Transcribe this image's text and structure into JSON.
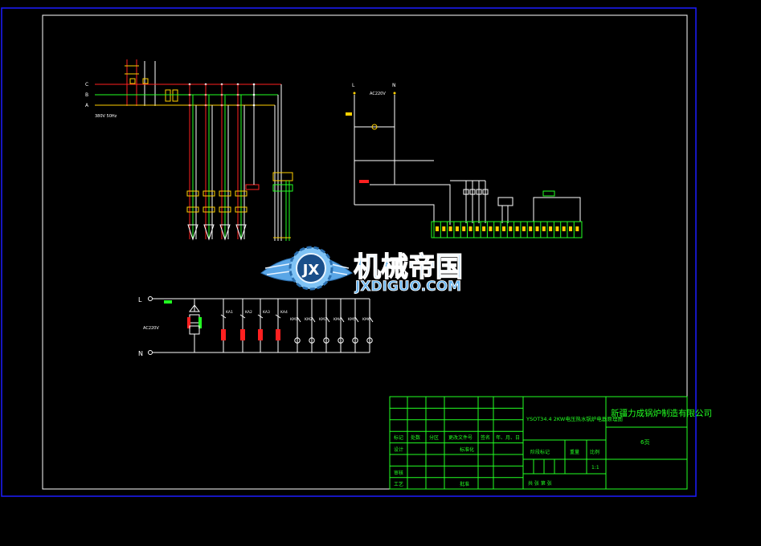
{
  "colors": {
    "background": "#000000",
    "outer_frame": "#1c1cff",
    "inner_frame": "#ffffff",
    "wire": "#ffffff",
    "red": "#ff2020",
    "green": "#22ff22",
    "yellow": "#ffd000",
    "cyan": "#00e5ff",
    "title_block": "#22ff22",
    "logo_blue": "#5aa6e6"
  },
  "power_circuit": {
    "phase_labels": [
      "C",
      "B",
      "A"
    ],
    "note": "380V 50Hz"
  },
  "control_top": {
    "l_label": "L",
    "n_label": "N",
    "voltage": "AC220V"
  },
  "control_bottom": {
    "l_label": "L",
    "n_label": "N",
    "voltage": "AC220V",
    "contactors": [
      "KA1",
      "KA2",
      "KA3",
      "KA4"
    ],
    "contacts": [
      "KM1",
      "KM2",
      "KM3",
      "KM4",
      "KM5",
      "KM6"
    ]
  },
  "watermark": {
    "emblem": "JX",
    "cn": "机械帝国",
    "en": "JXDIGUO.COM"
  },
  "title_block": {
    "drawing_title": "YSOT34.4 2KW电压热水锅炉电器原理图",
    "company": "新疆力成锅炉制造有限公司",
    "sheet": "6页",
    "headers": [
      "标记",
      "处数",
      "分区",
      "更改文件号",
      "签名",
      "年、月、日"
    ],
    "row_design": [
      "设计",
      "",
      "标准化",
      ""
    ],
    "row_review": "审核",
    "row_process": [
      "工艺",
      "",
      "批准"
    ],
    "stage_mark": "阶段标记",
    "weight": "重量",
    "scale": "比例",
    "scale_value": "1:1",
    "sheets": "共    张    第    张"
  }
}
